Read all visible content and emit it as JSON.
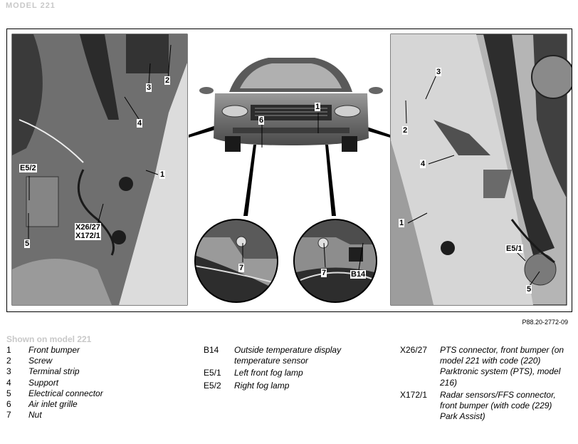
{
  "header": {
    "faded_text": "MODEL 221"
  },
  "figure": {
    "reference": "P88.20-2772-09",
    "callouts": {
      "left": [
        "2",
        "3",
        "4",
        "1",
        "E5/2",
        "5",
        "X26/27",
        "X172/1"
      ],
      "center": [
        "1",
        "6"
      ],
      "detail_left": [
        "7"
      ],
      "detail_right": [
        "7",
        "B14"
      ],
      "right": [
        "3",
        "2",
        "4",
        "1",
        "E5/1",
        "5"
      ]
    }
  },
  "caption": {
    "shown_on": "Shown on model 221"
  },
  "legend": {
    "col1": [
      {
        "key": "1",
        "text": "Front bumper"
      },
      {
        "key": "2",
        "text": "Screw"
      },
      {
        "key": "3",
        "text": "Terminal strip"
      },
      {
        "key": "4",
        "text": "Support"
      },
      {
        "key": "5",
        "text": "Electrical connector"
      },
      {
        "key": "6",
        "text": "Air inlet grille"
      },
      {
        "key": "7",
        "text": "Nut"
      }
    ],
    "col2": [
      {
        "key": "B14",
        "text": "Outside temperature display temperature sensor"
      },
      {
        "key": "E5/1",
        "text": "Left front fog lamp"
      },
      {
        "key": "E5/2",
        "text": "Right fog lamp"
      }
    ],
    "col3": [
      {
        "key": "X26/27",
        "text": "PTS connector, front bumper (on model 221 with code (220) Parktronic system (PTS), model 216)"
      },
      {
        "key": "X172/1",
        "text": "Radar sensors/FFS connector, front bumper (with code (229) Park Assist)"
      }
    ]
  }
}
